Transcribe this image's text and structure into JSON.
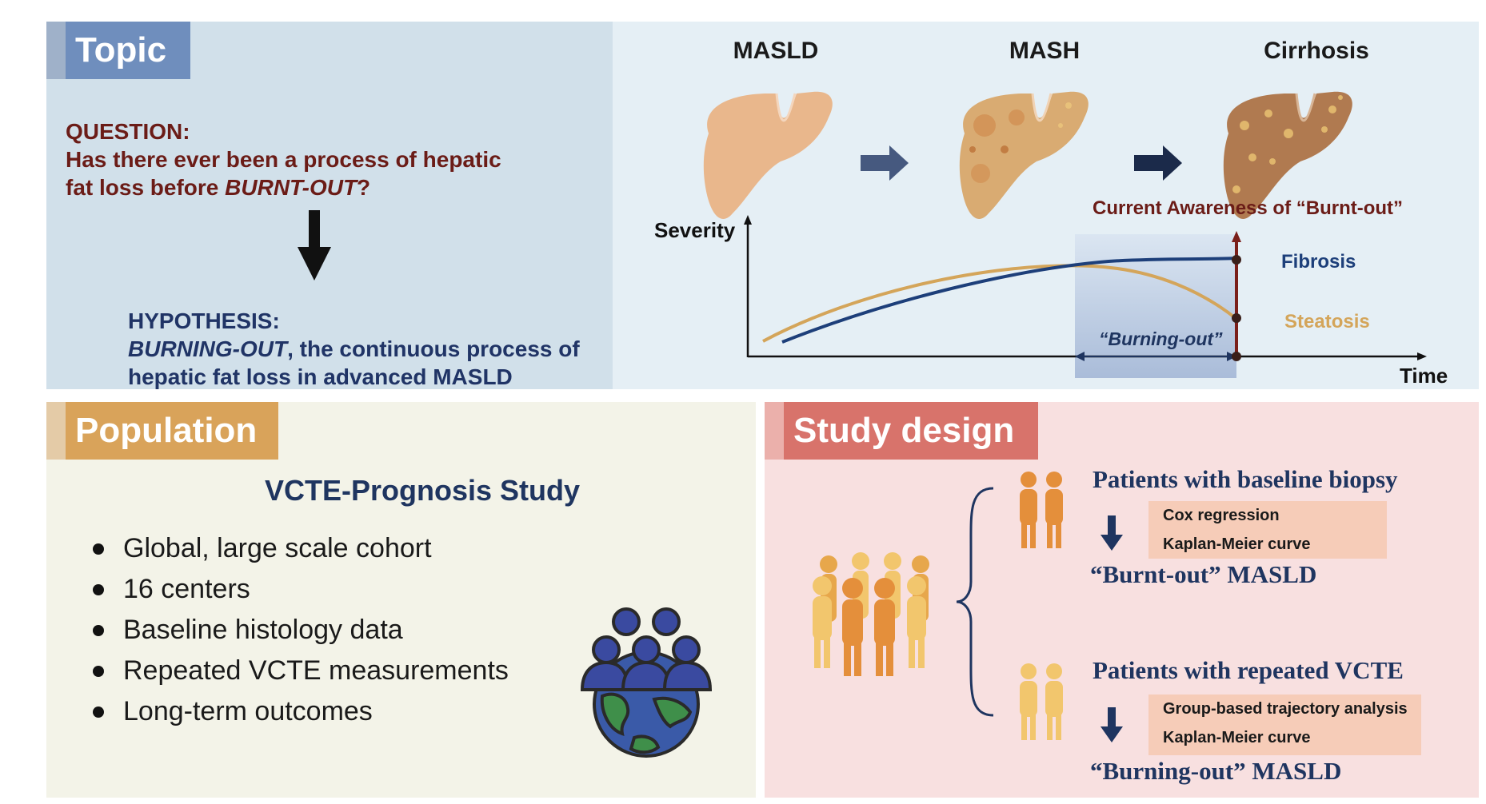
{
  "topic": {
    "header": "Topic",
    "question_label": "QUESTION:",
    "question_line1": "Has there ever been a process of hepatic",
    "question_line2_prefix": "fat loss before ",
    "question_line2_emph": "BURNT-OUT",
    "question_line2_suffix": "?",
    "hypothesis_label": "HYPOTHESIS:",
    "hypothesis_line1_emph": "BURNING-OUT",
    "hypothesis_line1_rest": ", the continuous process of",
    "hypothesis_line2": "hepatic fat loss in advanced MASLD"
  },
  "progression": {
    "stages": [
      "MASLD",
      "MASH",
      "Cirrhosis"
    ]
  },
  "chart_data": {
    "type": "line",
    "ylabel": "Severity",
    "xlabel": "Time",
    "annotation_top": "Current Awareness of “Burnt-out”",
    "shaded_region_label": "“Burning-out”",
    "series": [
      {
        "name": "Fibrosis",
        "color": "#1d3f7a",
        "trend": "rising then plateau"
      },
      {
        "name": "Steatosis",
        "color": "#d4a55a",
        "trend": "rising then falling"
      }
    ]
  },
  "population": {
    "header": "Population",
    "title": "VCTE-Prognosis Study",
    "bullets": [
      "Global, large scale cohort",
      "16 centers",
      "Baseline histology data",
      "Repeated VCTE measurements",
      "Long-term outcomes"
    ]
  },
  "study": {
    "header": "Study design",
    "group1": {
      "title": "Patients with baseline biopsy",
      "methods": [
        "Cox regression",
        "Kaplan-Meier curve"
      ],
      "outcome": "“Burnt-out” MASLD"
    },
    "group2": {
      "title": "Patients with repeated VCTE",
      "methods": [
        "Group-based trajectory analysis",
        "Kaplan-Meier curve"
      ],
      "outcome": "“Burning-out” MASLD"
    }
  },
  "colors": {
    "topic_header": "#6f8ebd",
    "population_header": "#d9a35a",
    "study_header": "#d8736b",
    "question_text": "#6b1c17",
    "hypothesis_text": "#203466",
    "fibrosis": "#1d3f7a",
    "steatosis": "#d4a55a"
  }
}
